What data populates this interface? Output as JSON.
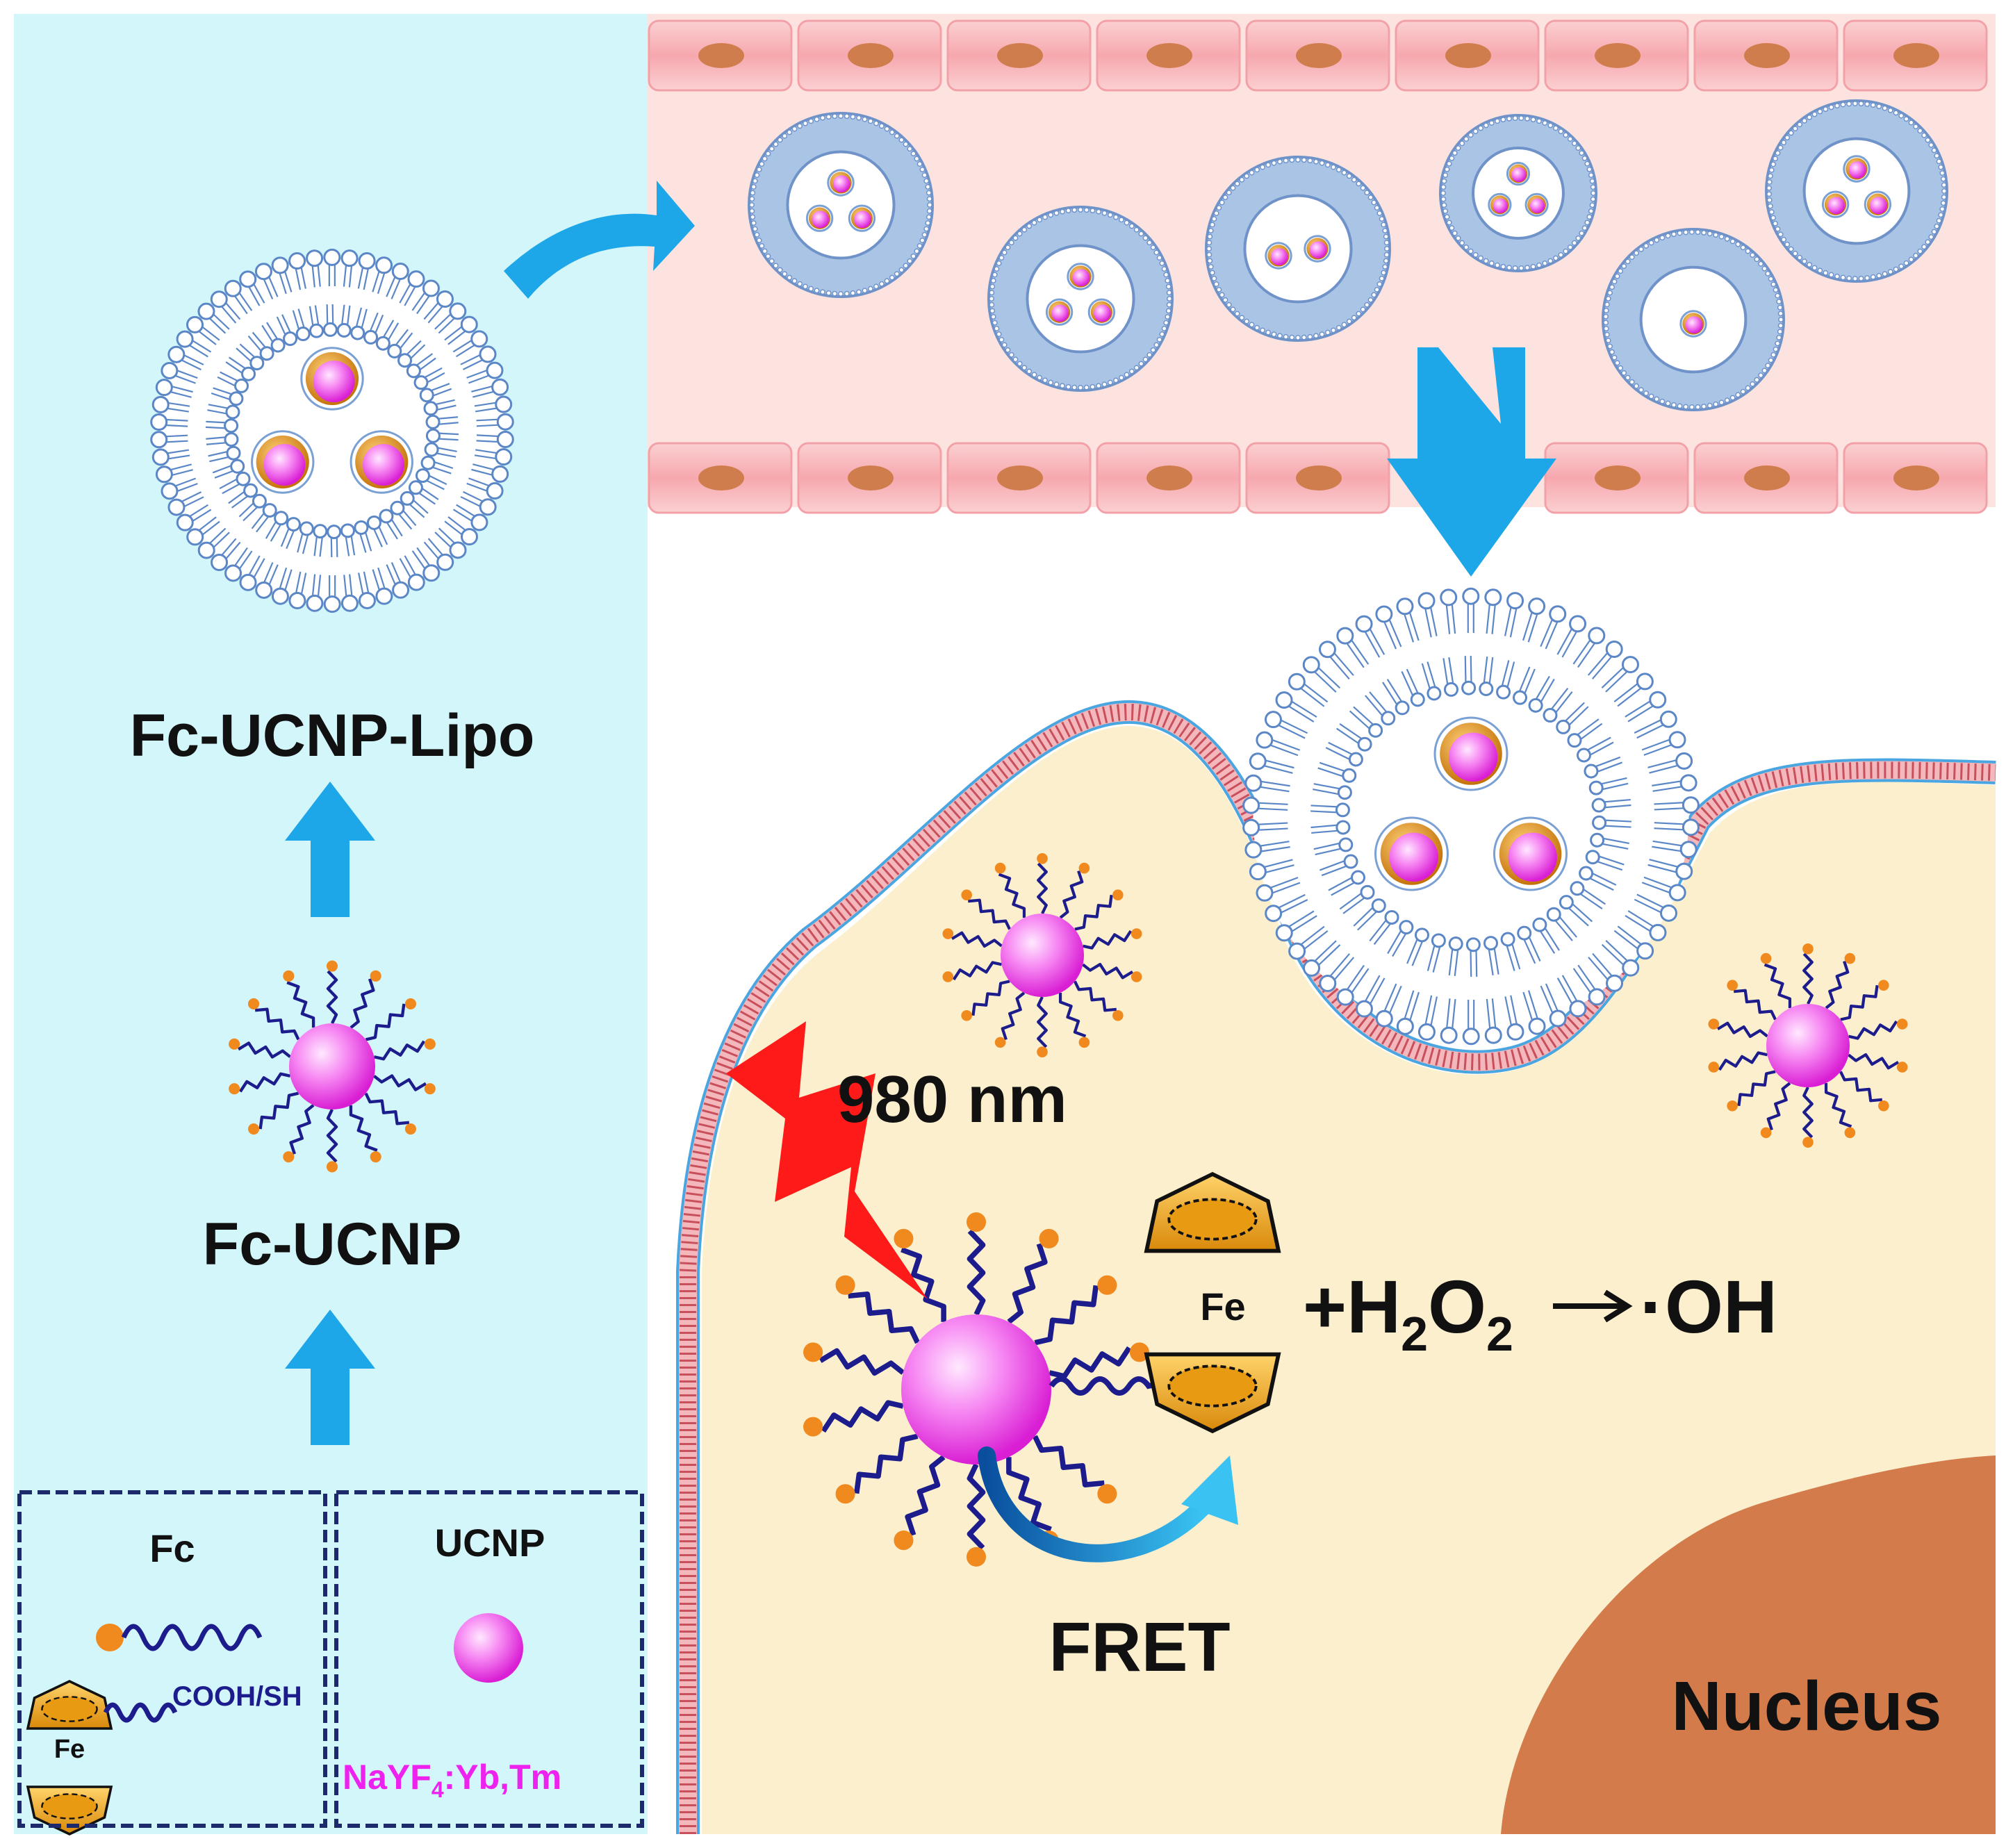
{
  "labels": {
    "fc_ucnp_lipo": "Fc-UCNP-Lipo",
    "fc_ucnp": "Fc-UCNP",
    "fc": "Fc",
    "ucnp": "UCNP",
    "cooh_sh": "COOH/SH",
    "fe_legend": "Fe",
    "nayf4_base": "NaYF",
    "nayf4_sub": "4",
    "nayf4_rest": ":Yb,Tm",
    "nm_980": "980 nm",
    "fe_main": "Fe",
    "eq_plus_h": "+H",
    "eq_sub1": "2",
    "eq_o": "O",
    "eq_sub2": "2",
    "eq_oh": "·OH",
    "fret": "FRET",
    "nucleus": "Nucleus"
  },
  "colors": {
    "left_panel": "#d3f6fb",
    "vessel": "#fde3df",
    "cell_pink": "#f4a9ae",
    "cell_nucleus": "#cf7d4d",
    "cytoplasm": "#fbefcd",
    "nucleus": "#d47b4b",
    "arrow_blue": "#1ea7e8",
    "lipid_blue": "#5b87c7",
    "ucnp_magenta": "#ee3ee6",
    "ligand_navy": "#1c1c8c",
    "ligand_tip": "#f08a1e",
    "lightning_red": "#ff1a1a",
    "ferrocene_gold": "#e89b12",
    "membrane_red": "#c8505c",
    "nayf4_text": "#ee22ee"
  },
  "icons": [
    "curved-arrow-icon",
    "down-arrow-icon",
    "up-arrow-icon",
    "lightning-icon",
    "ferrocene-icon",
    "fret-arrow-icon"
  ]
}
